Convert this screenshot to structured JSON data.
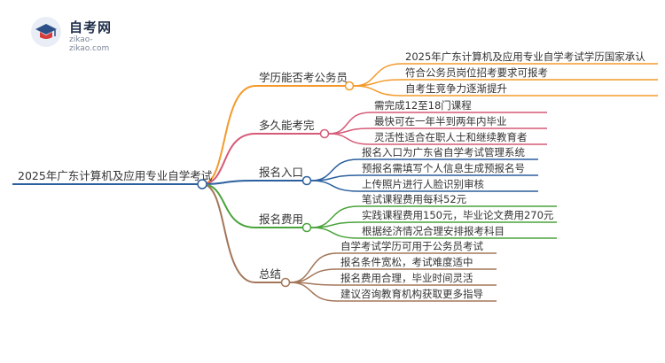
{
  "logo": {
    "title": "自考网",
    "url": "zikao-zikao.com"
  },
  "root": {
    "label": "2025年广东计算机及应用专业自学考试",
    "color": "#2b5f9e"
  },
  "branches": [
    {
      "label": "学历能否考公务员",
      "color": "#f39a2b",
      "children": [
        "2025年广东计算机及应用专业自学考试学历国家承认",
        "符合公务员岗位招考要求可报考",
        "自考生竞争力逐渐提升"
      ]
    },
    {
      "label": "多久能考完",
      "color": "#d65a77",
      "children": [
        "需完成12至18门课程",
        "最快可在一年半到两年内毕业",
        "灵活性适合在职人士和继续教育者"
      ]
    },
    {
      "label": "报名入口",
      "color": "#2b5f9e",
      "children": [
        "报名入口为广东省自学考试管理系统",
        "预报名需填写个人信息生成预报名号",
        "上传照片进行人脸识别审核"
      ]
    },
    {
      "label": "报名费用",
      "color": "#4aa33b",
      "children": [
        "笔试课程费用每科52元",
        "实践课程费用150元，毕业论文费用270元",
        "根据经济情况合理安排报考科目"
      ]
    },
    {
      "label": "总结",
      "color": "#a3765a",
      "children": [
        "自学考试学历可用于公务员考试",
        "报名条件宽松，考试难度适中",
        "报名费用合理，毕业时间灵活",
        "建议咨询教育机构获取更多指导"
      ]
    }
  ]
}
